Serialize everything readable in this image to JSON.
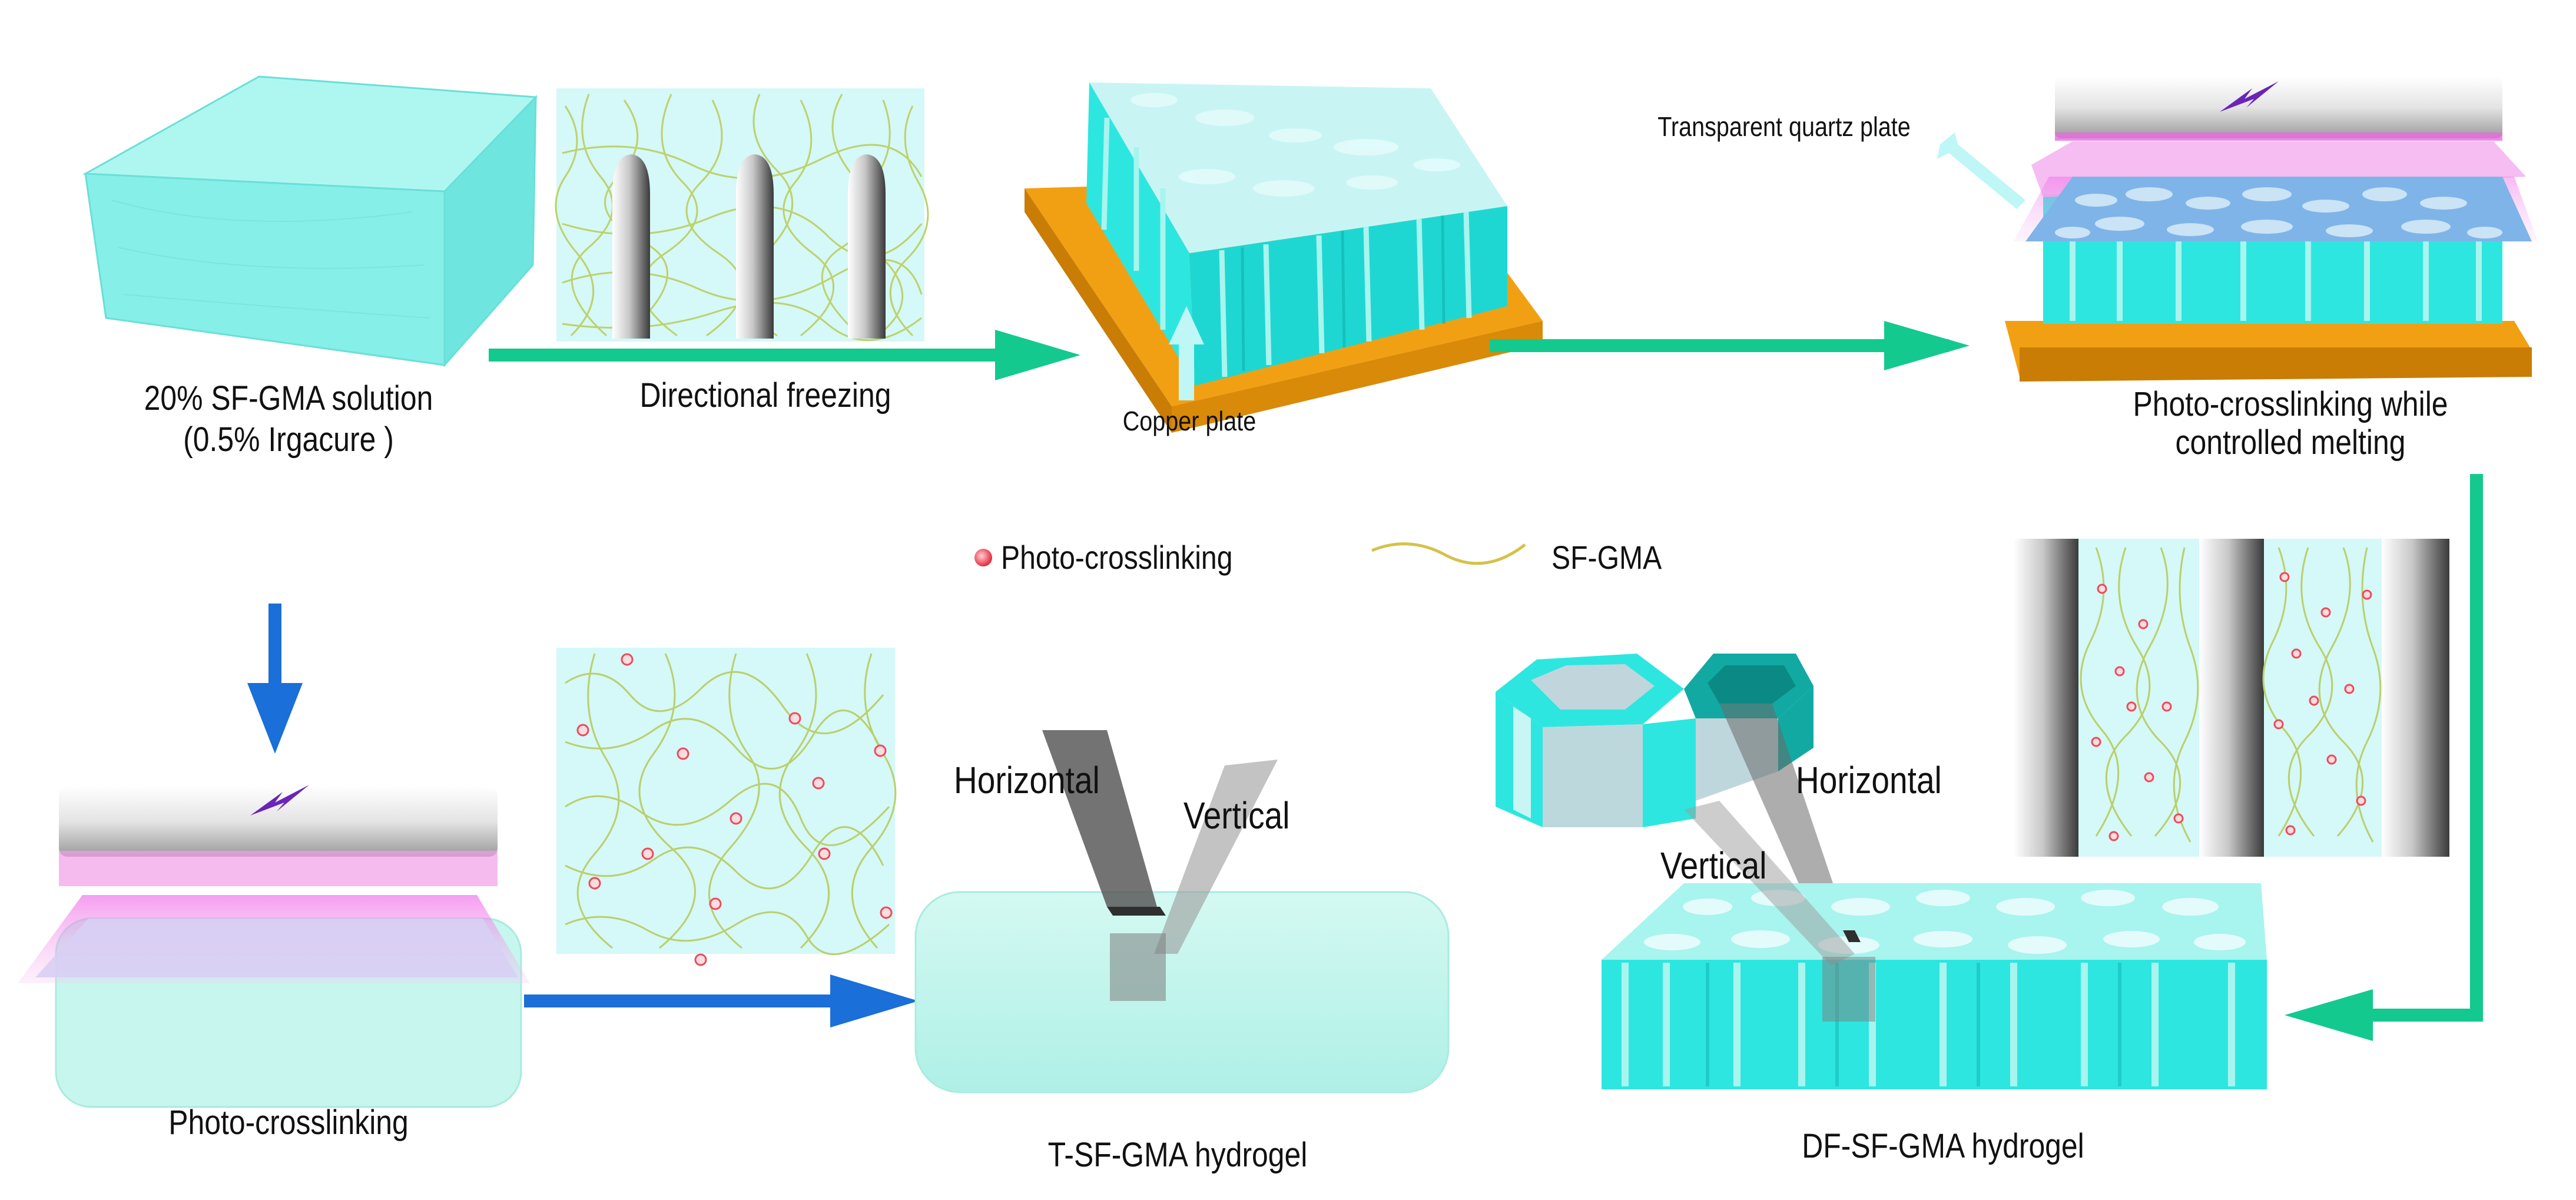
{
  "labels": {
    "solution_line1": "20% SF-GMA solution",
    "solution_line2": "(0.5% Irgacure )",
    "directional_freezing": "Directional freezing",
    "copper_plate": "Copper plate",
    "quartz_plate": "Transparent quartz plate",
    "melting_line1": "Photo-crosslinking while",
    "melting_line2": "controlled melting",
    "legend_photo": "Photo-crosslinking",
    "legend_sfgma": "SF-GMA",
    "photo_crosslinking": "Photo-crosslinking",
    "t_hydrogel": "T-SF-GMA hydrogel",
    "df_hydrogel": "DF-SF-GMA hydrogel",
    "t_horizontal": "Horizontal",
    "t_vertical": "Vertical",
    "df_horizontal": "Horizontal",
    "df_vertical": "Vertical"
  },
  "colors": {
    "gel_cyan": "#2ee6e0",
    "gel_light": "#9ef5ee",
    "solution_block": "#88f0ea",
    "soft_gel": "#c6f6ee",
    "copper": "#f2a013",
    "copper_dark": "#c97d05",
    "arrow_green": "#13c98e",
    "arrow_blue": "#1a6fd8",
    "pink_glow": "#f6a8f0",
    "lightning": "#6a24b8",
    "fiber": "#b9d06a",
    "crosslink": "#ee4a5a"
  }
}
